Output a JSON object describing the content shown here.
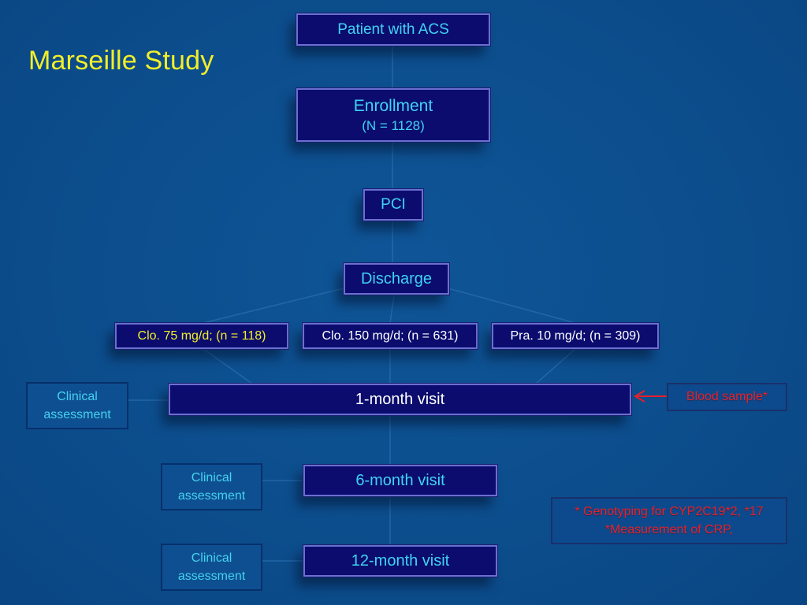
{
  "title": "Marseille Study",
  "nodes": {
    "patient": "Patient with ACS",
    "enrollment_line1": "Enrollment",
    "enrollment_line2": "(N =  1128)",
    "pci": "PCI",
    "discharge": "Discharge",
    "clo75": "Clo. 75 mg/d; (n = 118)",
    "clo150": "Clo. 150 mg/d; (n = 631)",
    "pra10": "Pra. 10 mg/d; (n = 309)",
    "visit_1m": "1-month visit",
    "visit_6m": "6-month visit",
    "visit_12m": "12-month visit"
  },
  "clinical": {
    "line1": "Clinical",
    "line2": "assessment"
  },
  "blood_sample": "Blood sample*",
  "notes": {
    "line1": "* Genotyping for CYP2C19*2, *17",
    "line2": "*Measurement of CRP,"
  },
  "colors": {
    "background": "#0c4d8c",
    "box_fill": "#0b0c6e",
    "title": "#f2ee2a",
    "cyan_text": "#3fd3f2",
    "yellow_text": "#f2ee2a",
    "red_text": "#e8202a"
  }
}
